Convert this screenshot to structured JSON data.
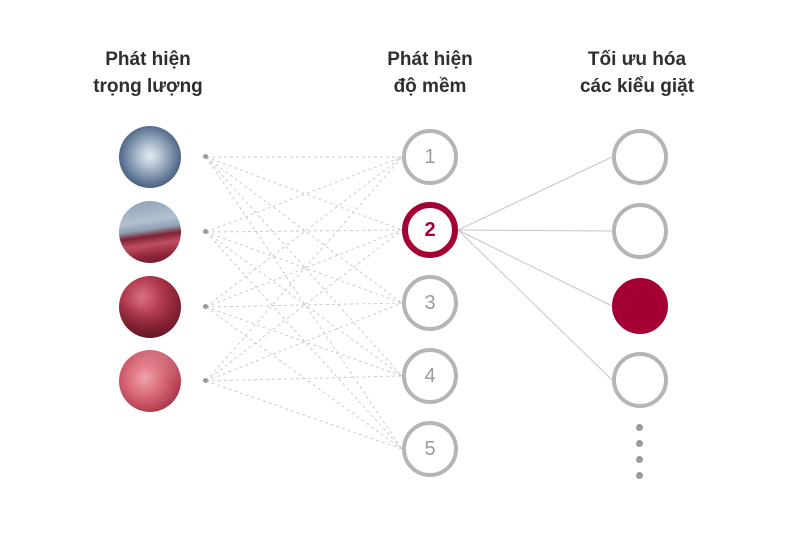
{
  "columns": [
    {
      "id": "weight-detection",
      "title_lines": [
        "Phát hiện",
        "trọng lượng"
      ]
    },
    {
      "id": "softness-detection",
      "title_lines": [
        "Phát hiện",
        "độ mềm"
      ]
    },
    {
      "id": "wash-optimization",
      "title_lines": [
        "Tối ưu hóa",
        "các kiểu giặt"
      ]
    }
  ],
  "input_nodes": [
    {
      "name": "washer-drum-metallic"
    },
    {
      "name": "washer-drum-with-red-fabric"
    },
    {
      "name": "red-fabric-dark"
    },
    {
      "name": "red-fabric-light"
    }
  ],
  "softness_nodes": [
    {
      "label": "1",
      "active": false
    },
    {
      "label": "2",
      "active": true
    },
    {
      "label": "3",
      "active": false
    },
    {
      "label": "4",
      "active": false
    },
    {
      "label": "5",
      "active": false
    }
  ],
  "output_nodes": [
    {
      "active": false
    },
    {
      "active": false
    },
    {
      "active": true
    },
    {
      "active": false
    }
  ],
  "colors": {
    "accent": "#a50034",
    "node_border": "#b5b5b5",
    "node_number": "#9b9b9b",
    "connection_line": "#cccccc",
    "heading_text": "#2f2f2f"
  }
}
